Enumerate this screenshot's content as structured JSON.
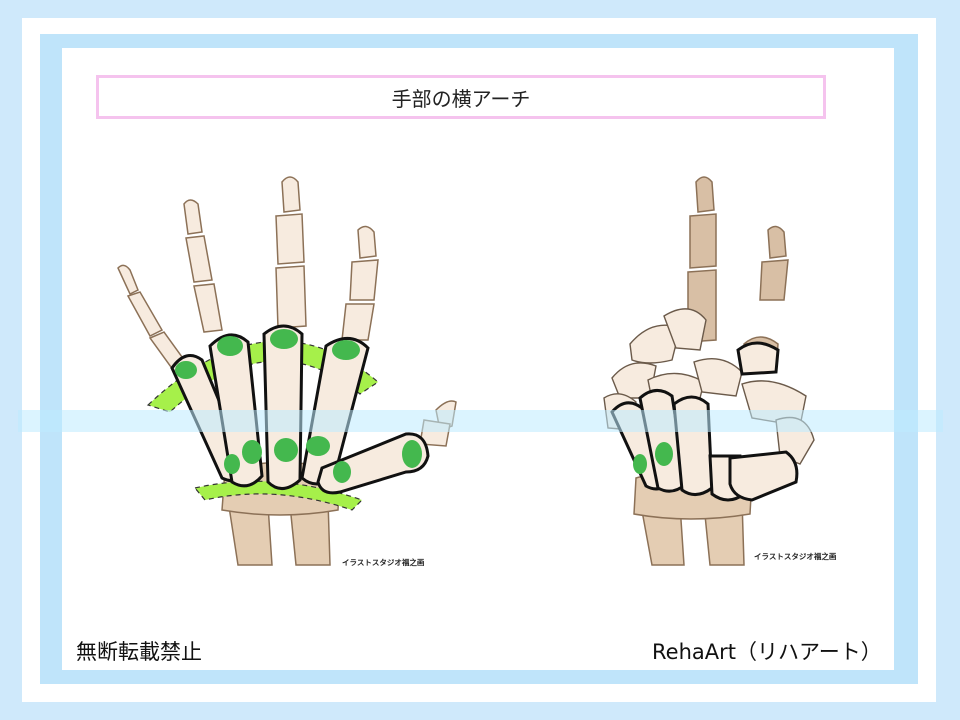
{
  "title": "手部の横アーチ",
  "footer": {
    "left": "無断転載禁止",
    "right": "RehaArt（リハアート）"
  },
  "credits": {
    "left_figure": "イラストスタジオ福之画",
    "right_figure": "イラストスタジオ福之画"
  },
  "colors": {
    "frame": "#cfe9fb",
    "title_border": "#f5c3ee",
    "bone_fill": "#f7ebdf",
    "bone_shaded": "#d8bfa5",
    "arch_highlight": "#a6f04a",
    "joint_surface": "#44b84e"
  }
}
